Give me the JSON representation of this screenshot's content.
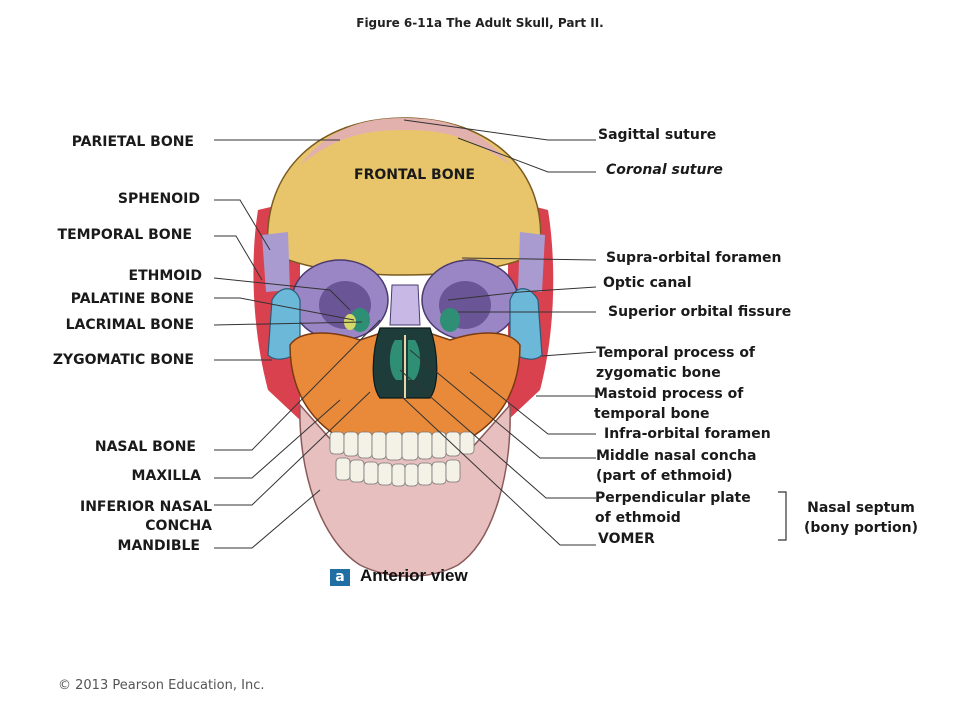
{
  "title": "Figure 6-11a  The Adult Skull, Part II.",
  "labels_left": {
    "parietal": "PARIETAL BONE",
    "sphenoid": "SPHENOID",
    "temporal": "TEMPORAL BONE",
    "ethmoid": "ETHMOID",
    "palatine": "PALATINE BONE",
    "lacrimal": "LACRIMAL BONE",
    "zygomatic": "ZYGOMATIC BONE",
    "nasal": "NASAL BONE",
    "maxilla": "MAXILLA",
    "inferior_nasal_1": "INFERIOR NASAL",
    "inferior_nasal_2": "CONCHA",
    "mandible": "MANDIBLE"
  },
  "frontal": "FRONTAL BONE",
  "labels_right": {
    "sagittal": "Sagittal suture",
    "coronal": "Coronal suture",
    "supraorbital": "Supra-orbital foramen",
    "optic": "Optic canal",
    "superior_orbital": "Superior orbital fissure",
    "temporal_process_1": "Temporal process of",
    "temporal_process_2": "zygomatic bone",
    "mastoid_1": "Mastoid process of",
    "mastoid_2": "temporal bone",
    "infraorbital": "Infra-orbital foramen",
    "middle_concha_1": "Middle nasal concha",
    "middle_concha_2": "(part of ethmoid)",
    "perpendicular_1": "Perpendicular plate",
    "perpendicular_2": "of ethmoid",
    "vomer": "VOMER"
  },
  "septum": {
    "line1": "Nasal septum",
    "line2": "(bony portion)"
  },
  "panel": {
    "letter": "a",
    "text": "Anterior view"
  },
  "copyright": "© 2013 Pearson Education, Inc.",
  "colors": {
    "frontal": "#e8c56a",
    "parietal": "#d9414f",
    "zygomatic": "#6bb8d8",
    "maxilla": "#e98a3a",
    "mandible": "#e7bfbf",
    "sphenoid": "#a99bd0",
    "nasal": "#c7b8e6",
    "ethmoid": "#2e8f74",
    "lacrimal": "#d6d86a",
    "badge": "#1f6fa5"
  }
}
